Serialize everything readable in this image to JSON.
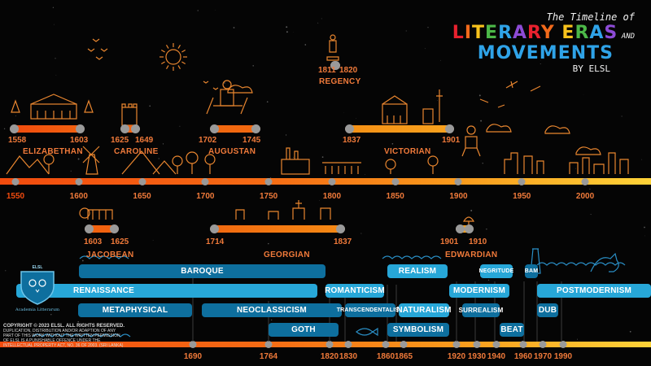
{
  "title": {
    "line1": "The Timeline of",
    "line2": "LITERARY ERAS",
    "line2_suffix": "AND",
    "line3": "MOVEMENTS",
    "line4": "BY ELSL"
  },
  "colors": {
    "orange": "#f07a3a",
    "deep_orange": "#f25a12",
    "light_orange": "#f8a21e",
    "blue_dark": "#0e6f9e",
    "blue_light": "#27a7d8"
  },
  "eras": [
    {
      "name": "ELIZABETHAN",
      "start": "1558",
      "end": "1603",
      "position": "above"
    },
    {
      "name": "CAROLINE",
      "start": "1625",
      "end": "1649",
      "position": "above"
    },
    {
      "name": "AUGUSTAN",
      "start": "1702",
      "end": "1745",
      "position": "above"
    },
    {
      "name": "REGENCY",
      "start": "1811",
      "end": "1820",
      "position": "above"
    },
    {
      "name": "VICTORIAN",
      "start": "1837",
      "end": "1901",
      "position": "above"
    },
    {
      "name": "JACOBEAN",
      "start": "1603",
      "end": "1625",
      "position": "below"
    },
    {
      "name": "GEORGIAN",
      "start": "1714",
      "end": "1837",
      "position": "below"
    },
    {
      "name": "EDWARDIAN",
      "start": "1901",
      "end": "1910",
      "position": "below"
    }
  ],
  "top_axis": [
    "1550",
    "1600",
    "1650",
    "1700",
    "1750",
    "1800",
    "1850",
    "1900",
    "1950",
    "2000"
  ],
  "movements": [
    {
      "name": "BAROQUE",
      "row": 1
    },
    {
      "name": "REALISM",
      "row": 1
    },
    {
      "name": "NEGRITUDE",
      "row": 1
    },
    {
      "name": "BAM",
      "row": 1
    },
    {
      "name": "RENAISSANCE",
      "row": 2
    },
    {
      "name": "ROMANTICISM",
      "row": 2
    },
    {
      "name": "MODERNISM",
      "row": 2
    },
    {
      "name": "POSTMODERNISM",
      "row": 2
    },
    {
      "name": "METAPHYSICAL",
      "row": 3
    },
    {
      "name": "NEOCLASSICISM",
      "row": 3
    },
    {
      "name": "TRANSCENDENTALISM",
      "row": 3
    },
    {
      "name": "NATURALISM",
      "row": 3
    },
    {
      "name": "SURREALISM",
      "row": 3
    },
    {
      "name": "DUB",
      "row": 3
    },
    {
      "name": "GOTH",
      "row": 4
    },
    {
      "name": "SYMBOLISM",
      "row": 4
    },
    {
      "name": "BEAT",
      "row": 4
    }
  ],
  "bottom_axis": [
    "1690",
    "1764",
    "1820",
    "1830",
    "1860",
    "1865",
    "1920",
    "1930",
    "1940",
    "1960",
    "1970",
    "1990"
  ],
  "copyright": {
    "main": "COPYRIGHT © 2023 ELSL. ALL RIGHTS RESERVED.",
    "body": "DUPLICATION, DISTRIBUTION AND/OR ADAPTION OF ANY PART OF THIS WORK WITHOUT THE WRITTEN PERMISSION OF ELSL IS A PUNISHABLE OFFENCE UNDER THE INTELLECTUAL PROPERTY ACT, NO. 36 OF 2003. (SRI LANKA)"
  },
  "logo": {
    "text": "ELSL",
    "sub": "Academia Litterarum"
  },
  "icons": [
    "sun-icon",
    "birds-icon",
    "palace-icon",
    "castle-tower-icon",
    "windmill-icon",
    "mountain-icon",
    "trees-icon",
    "colosseum-icon",
    "statue-icon",
    "factory-icon",
    "soldiers-icon",
    "church-icon",
    "city-skyline-icon",
    "cloud-icon",
    "airplane-icon",
    "robot-icon",
    "wave-icon",
    "dinosaur-icon",
    "fish-icon",
    "lighthouse-icon",
    "parachute-icon",
    "stars-icon"
  ]
}
